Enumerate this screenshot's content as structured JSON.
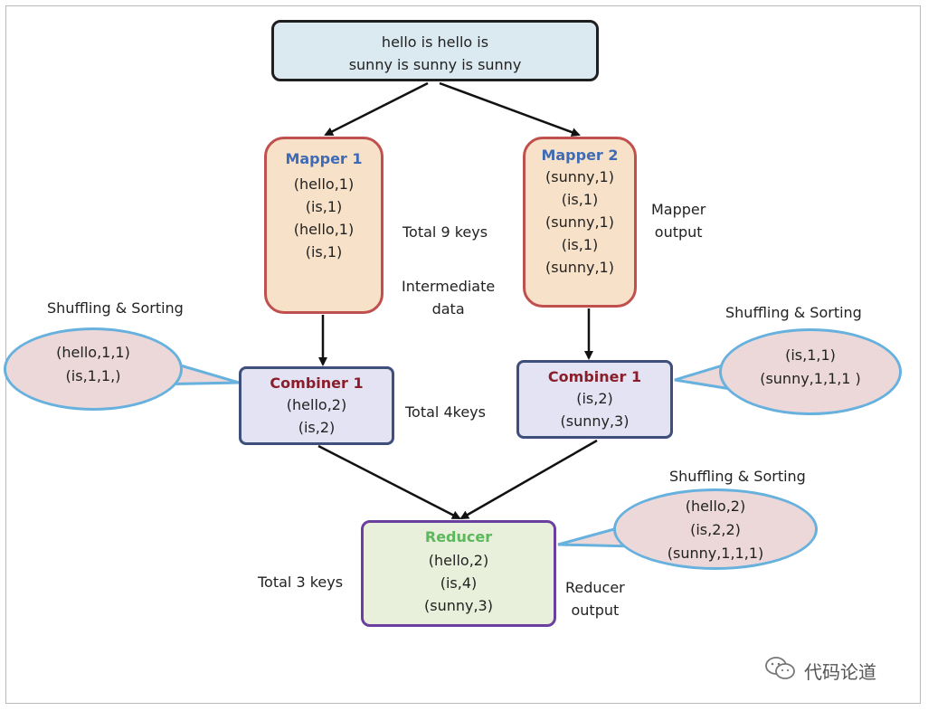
{
  "input": {
    "lines": [
      "hello is hello is",
      "sunny is sunny is sunny"
    ]
  },
  "mapper1": {
    "title": "Mapper 1",
    "pairs": [
      "(hello,1)",
      "(is,1)",
      "(hello,1)",
      "(is,1)"
    ]
  },
  "mapper2": {
    "title": "Mapper 2",
    "pairs": [
      "(sunny,1)",
      "(is,1)",
      "(sunny,1)",
      "(is,1)",
      "(sunny,1)"
    ]
  },
  "combiner1": {
    "title": "Combiner 1",
    "pairs": [
      "(hello,2)",
      "(is,2)"
    ]
  },
  "combiner2": {
    "title": "Combiner 1",
    "pairs": [
      "(is,2)",
      "(sunny,3)"
    ]
  },
  "reducer": {
    "title": "Reducer",
    "pairs": [
      "(hello,2)",
      "(is,4)",
      "(sunny,3)"
    ]
  },
  "shuffle_left": {
    "label": "Shuffling & Sorting",
    "lines": [
      "(hello,1,1)",
      "(is,1,1,)"
    ]
  },
  "shuffle_right": {
    "label": "Shuffling & Sorting",
    "lines": [
      "(is,1,1)",
      "(sunny,1,1,1 )"
    ]
  },
  "shuffle_reducer": {
    "label": "Shuffling & Sorting",
    "lines": [
      "(hello,2)",
      "(is,2,2)",
      "(sunny,1,1,1)"
    ]
  },
  "annotations": {
    "total_9_keys": "Total 9 keys",
    "intermediate_data": [
      "Intermediate",
      "data"
    ],
    "mapper_output": [
      "Mapper",
      "output"
    ],
    "total_4_keys": "Total 4keys",
    "total_3_keys": "Total 3 keys",
    "reducer_output": [
      "Reducer",
      "output"
    ]
  },
  "watermark": {
    "text": "代码论道",
    "icon": "wechat-icon"
  },
  "colors": {
    "mapper_title": "#3f6bb5",
    "combiner_title": "#8b1e2b",
    "reducer_title": "#5cb85c",
    "mapper_border": "#c0504d",
    "ellipse_border": "#67b1de"
  }
}
